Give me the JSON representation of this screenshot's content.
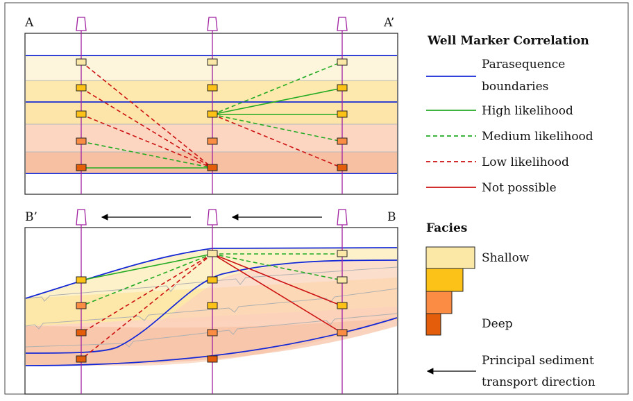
{
  "section_top": {
    "left_label": "A",
    "right_label": "A’"
  },
  "section_bottom": {
    "left_label": "B’",
    "right_label": "B"
  },
  "legend": {
    "title": "Well Marker Correlation",
    "items": [
      {
        "label_lines": [
          "Parasequence",
          "boundaries"
        ],
        "style": "solid",
        "color": "#1428d6"
      },
      {
        "label_lines": [
          "High likelihood"
        ],
        "style": "solid",
        "color": "#22aa22"
      },
      {
        "label_lines": [
          "Medium likelihood"
        ],
        "style": "dashed",
        "color": "#22aa22"
      },
      {
        "label_lines": [
          "Low likelihood"
        ],
        "style": "dashed",
        "color": "#cc1111"
      },
      {
        "label_lines": [
          "Not possible"
        ],
        "style": "solid",
        "color": "#cc1111"
      }
    ]
  },
  "facies": {
    "title": "Facies",
    "shallow_label": "Shallow",
    "deep_label": "Deep",
    "colors": [
      "#fbe8a6",
      "#fdc218",
      "#fb8c44",
      "#e35d0a"
    ]
  },
  "transport": {
    "label_lines": [
      "Principal sediment",
      "transport direction"
    ]
  },
  "colors": {
    "parasequence": "#1428d6",
    "well": "#a020a0",
    "high": "#22aa22",
    "medium": "#22aa22",
    "low": "#cc1111",
    "not_possible": "#cc1111",
    "layer_light": "#fdf5dc",
    "layer_yellow": "#fde9ad",
    "layer_pink": "#fdd5c0",
    "layer_salmon": "#f7c0a3"
  }
}
